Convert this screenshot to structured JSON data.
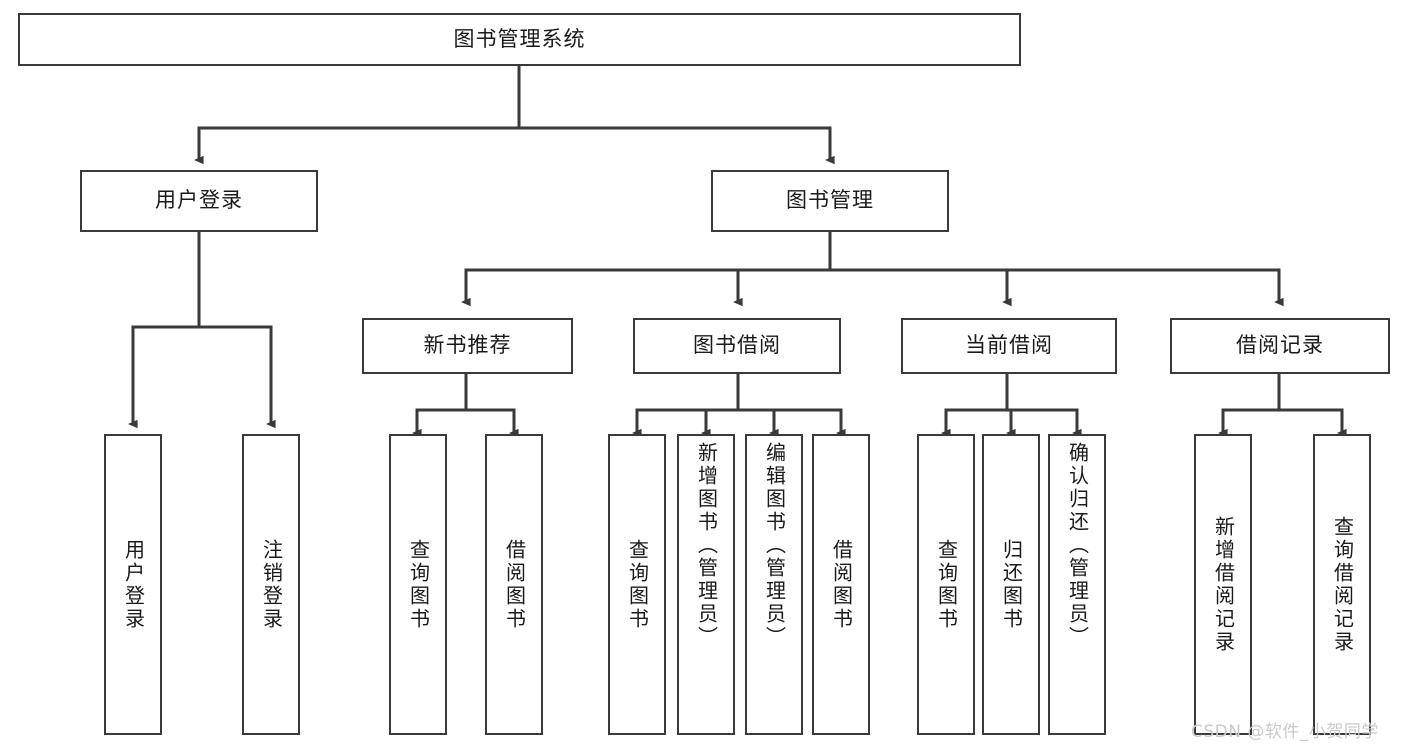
{
  "diagram": {
    "type": "hierarchy-tree",
    "title": "图书管理系统",
    "root": {
      "label": "图书管理系统"
    },
    "level2": [
      {
        "label": "用户登录"
      },
      {
        "label": "图书管理"
      }
    ],
    "level3": [
      {
        "label": "新书推荐"
      },
      {
        "label": "图书借阅"
      },
      {
        "label": "当前借阅"
      },
      {
        "label": "借阅记录"
      }
    ],
    "leaves_user_login": [
      {
        "label": "用户登录"
      },
      {
        "label": "注销登录"
      }
    ],
    "leaves_new_book": [
      {
        "label": "查询图书"
      },
      {
        "label": "借阅图书"
      }
    ],
    "leaves_book_borrow": [
      {
        "label": "查询图书"
      },
      {
        "label": "新增图书（管理员）"
      },
      {
        "label": "编辑图书（管理员）"
      },
      {
        "label": "借阅图书"
      }
    ],
    "leaves_current_borrow": [
      {
        "label": "查询图书"
      },
      {
        "label": "归还图书"
      },
      {
        "label": "确认归还（管理员）"
      }
    ],
    "leaves_borrow_record": [
      {
        "label": "新增借阅记录"
      },
      {
        "label": "查询借阅记录"
      }
    ]
  },
  "watermark": {
    "text": "CSDN @软件_小贺同学"
  },
  "colors": {
    "border": "#3a3a3a",
    "text": "#1a1a1a",
    "background": "#ffffff",
    "watermark": "#c9c9c9"
  }
}
